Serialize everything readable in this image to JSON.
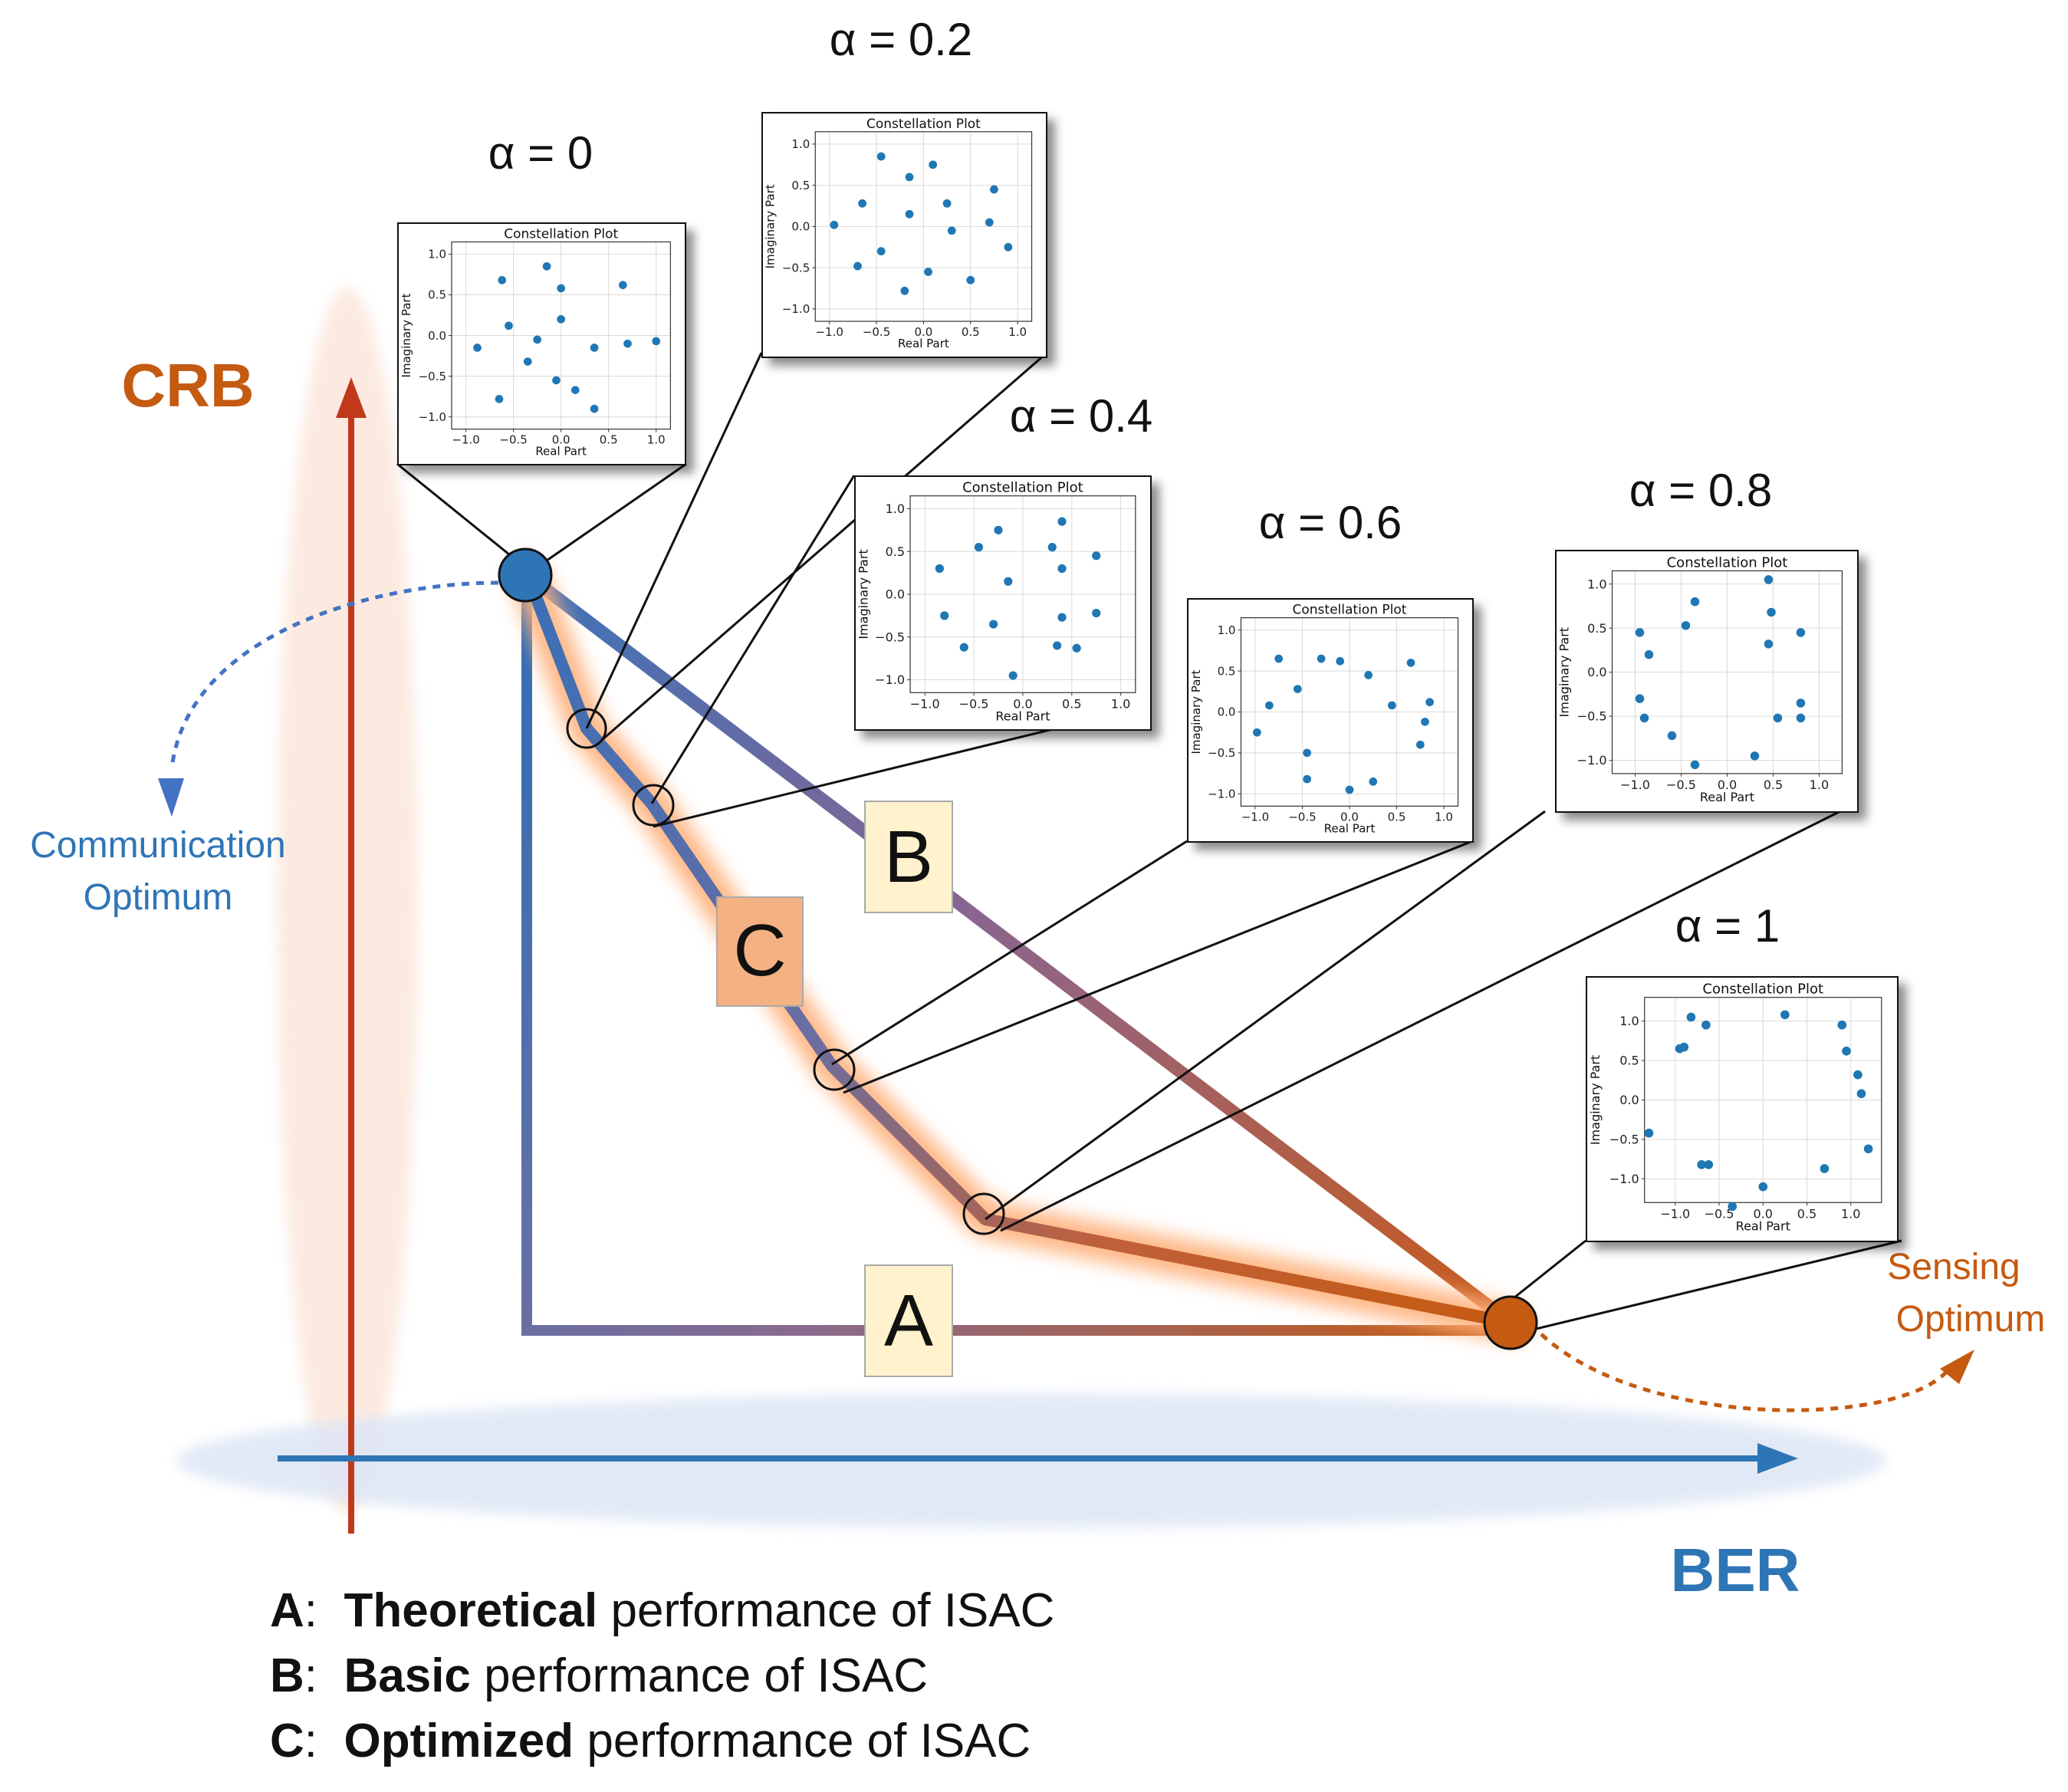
{
  "axes": {
    "y_label": "CRB",
    "x_label": "BER",
    "y_color": "#c55a11",
    "x_color": "#2e75b6"
  },
  "annotations": {
    "comm_optimum": [
      "Communication",
      "Optimum"
    ],
    "sensing_optimum": [
      "Sensing",
      "Optimum"
    ],
    "comm_color": "#4472c4",
    "sensing_color": "#c55a11"
  },
  "curve_labels": {
    "A": "A",
    "B": "B",
    "C": "C"
  },
  "inset_common": {
    "title": "Constellation Plot",
    "xlabel": "Real Part",
    "ylabel": "Imaginary Part",
    "point_color": "#1f77b4"
  },
  "insets": [
    {
      "alpha_label": "α = 0",
      "xticks": [
        -1.0,
        -0.5,
        0.0,
        0.5,
        1.0
      ],
      "yticks": [
        1.0,
        0.5,
        0.0,
        -0.5,
        -1.0
      ],
      "xlim": [
        -1.15,
        1.15
      ],
      "ylim": [
        -1.15,
        1.15
      ],
      "points": [
        [
          -0.88,
          -0.15
        ],
        [
          -0.62,
          0.68
        ],
        [
          -0.55,
          0.12
        ],
        [
          -0.35,
          -0.32
        ],
        [
          -0.25,
          -0.05
        ],
        [
          -0.15,
          0.85
        ],
        [
          -0.05,
          -0.55
        ],
        [
          0.0,
          0.58
        ],
        [
          0.0,
          0.2
        ],
        [
          0.15,
          -0.67
        ],
        [
          0.35,
          -0.15
        ],
        [
          0.35,
          -0.9
        ],
        [
          0.65,
          0.62
        ],
        [
          0.7,
          -0.1
        ],
        [
          1.0,
          -0.07
        ],
        [
          -0.65,
          -0.78
        ]
      ]
    },
    {
      "alpha_label": "α = 0.2",
      "xticks": [
        -1.0,
        -0.5,
        0.0,
        0.5,
        1.0
      ],
      "yticks": [
        1.0,
        0.5,
        0.0,
        -0.5,
        -1.0
      ],
      "xlim": [
        -1.15,
        1.15
      ],
      "ylim": [
        -1.15,
        1.15
      ],
      "points": [
        [
          -0.95,
          0.02
        ],
        [
          -0.65,
          0.28
        ],
        [
          -0.7,
          -0.48
        ],
        [
          -0.45,
          0.85
        ],
        [
          -0.45,
          -0.3
        ],
        [
          -0.2,
          -0.78
        ],
        [
          -0.15,
          0.15
        ],
        [
          -0.15,
          0.6
        ],
        [
          0.1,
          0.75
        ],
        [
          0.05,
          -0.55
        ],
        [
          0.25,
          0.28
        ],
        [
          0.3,
          -0.05
        ],
        [
          0.5,
          -0.65
        ],
        [
          0.7,
          0.05
        ],
        [
          0.75,
          0.45
        ],
        [
          0.9,
          -0.25
        ]
      ]
    },
    {
      "alpha_label": "α = 0.4",
      "xticks": [
        -1.0,
        -0.5,
        0.0,
        0.5,
        1.0
      ],
      "yticks": [
        1.0,
        0.5,
        0.0,
        -0.5,
        -1.0
      ],
      "xlim": [
        -1.15,
        1.15
      ],
      "ylim": [
        -1.15,
        1.15
      ],
      "points": [
        [
          -0.85,
          0.3
        ],
        [
          -0.8,
          -0.25
        ],
        [
          -0.6,
          -0.62
        ],
        [
          -0.45,
          0.55
        ],
        [
          -0.3,
          -0.35
        ],
        [
          -0.25,
          0.75
        ],
        [
          -0.15,
          0.15
        ],
        [
          -0.1,
          -0.95
        ],
        [
          0.3,
          0.55
        ],
        [
          0.35,
          -0.6
        ],
        [
          0.4,
          0.3
        ],
        [
          0.4,
          0.85
        ],
        [
          0.4,
          -0.27
        ],
        [
          0.55,
          -0.63
        ],
        [
          0.75,
          0.45
        ],
        [
          0.75,
          -0.22
        ]
      ]
    },
    {
      "alpha_label": "α = 0.6",
      "xticks": [
        -1.0,
        -0.5,
        0.0,
        0.5,
        1.0
      ],
      "yticks": [
        1.0,
        0.5,
        0.0,
        -0.5,
        -1.0
      ],
      "xlim": [
        -1.15,
        1.15
      ],
      "ylim": [
        -1.15,
        1.15
      ],
      "points": [
        [
          -0.98,
          -0.25
        ],
        [
          -0.85,
          0.08
        ],
        [
          -0.75,
          0.65
        ],
        [
          -0.55,
          0.28
        ],
        [
          -0.45,
          -0.5
        ],
        [
          -0.45,
          -0.82
        ],
        [
          -0.3,
          0.65
        ],
        [
          -0.1,
          0.62
        ],
        [
          0.0,
          -0.95
        ],
        [
          0.2,
          0.45
        ],
        [
          0.25,
          -0.85
        ],
        [
          0.45,
          0.08
        ],
        [
          0.65,
          0.6
        ],
        [
          0.75,
          -0.4
        ],
        [
          0.8,
          -0.12
        ],
        [
          0.85,
          0.12
        ]
      ]
    },
    {
      "alpha_label": "α = 0.8",
      "xticks": [
        -1.0,
        -0.5,
        0.0,
        0.5,
        1.0
      ],
      "yticks": [
        1.0,
        0.5,
        0.0,
        -0.5,
        -1.0
      ],
      "xlim": [
        -1.25,
        1.25
      ],
      "ylim": [
        -1.15,
        1.15
      ],
      "points": [
        [
          -0.95,
          0.45
        ],
        [
          -0.85,
          0.2
        ],
        [
          -0.95,
          -0.3
        ],
        [
          -0.9,
          -0.52
        ],
        [
          -0.6,
          -0.72
        ],
        [
          -0.45,
          0.53
        ],
        [
          -0.35,
          0.8
        ],
        [
          -0.35,
          -1.05
        ],
        [
          0.3,
          -0.95
        ],
        [
          0.45,
          1.05
        ],
        [
          0.45,
          0.32
        ],
        [
          0.48,
          0.68
        ],
        [
          0.55,
          -0.52
        ],
        [
          0.8,
          0.45
        ],
        [
          0.8,
          -0.35
        ],
        [
          0.8,
          -0.52
        ]
      ]
    },
    {
      "alpha_label": "α = 1",
      "xticks": [
        -1.0,
        -0.5,
        0.0,
        0.5,
        1.0
      ],
      "yticks": [
        1.0,
        0.5,
        0.0,
        -0.5,
        -1.0
      ],
      "xlim": [
        -1.35,
        1.35
      ],
      "ylim": [
        -1.3,
        1.3
      ],
      "points": [
        [
          -1.3,
          -0.42
        ],
        [
          -0.95,
          0.65
        ],
        [
          -0.9,
          0.67
        ],
        [
          -0.82,
          1.05
        ],
        [
          -0.65,
          0.95
        ],
        [
          -0.7,
          -0.82
        ],
        [
          -0.62,
          -0.82
        ],
        [
          -0.35,
          -1.35
        ],
        [
          0.0,
          -1.1
        ],
        [
          0.25,
          1.08
        ],
        [
          0.7,
          -0.87
        ],
        [
          0.9,
          0.95
        ],
        [
          0.95,
          0.62
        ],
        [
          1.08,
          0.32
        ],
        [
          1.12,
          0.08
        ],
        [
          1.2,
          -0.62
        ]
      ]
    }
  ],
  "legend": [
    {
      "key": "A",
      "sep": ":  ",
      "bold": "Theoretical",
      "rest": " performance of ISAC"
    },
    {
      "key": "B",
      "sep": ":  ",
      "bold": "Basic",
      "rest": " performance of ISAC"
    },
    {
      "key": "C",
      "sep": ":  ",
      "bold": "Optimized",
      "rest": " performance of ISAC"
    }
  ]
}
